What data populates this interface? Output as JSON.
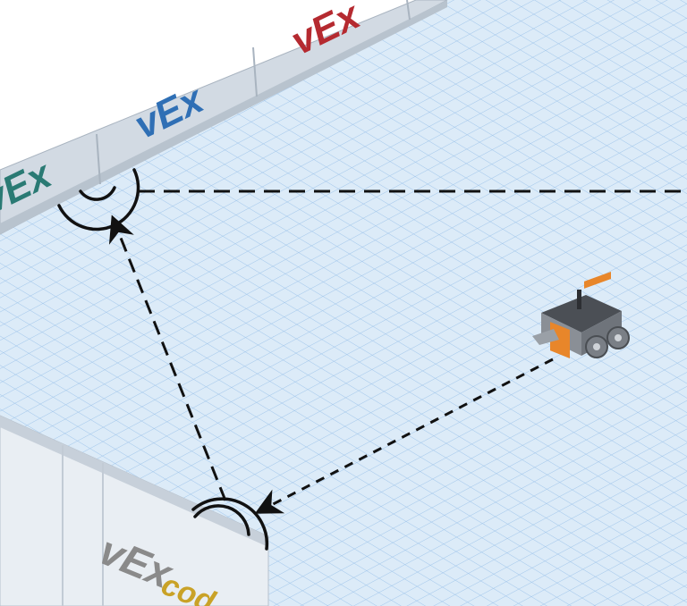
{
  "scene": {
    "field_color": "#dcebf8",
    "grid_color": "#9cc3ea",
    "wall_color": "#d2dae3",
    "wall_shadow": "#a9b4c0",
    "robot_body": "#e8862a",
    "robot_frame": "#8a8f96"
  },
  "walls": {
    "back_logos": [
      {
        "text": "vEx",
        "color": "#b52a30"
      },
      {
        "text": "vEx",
        "color": "#2f6fb5"
      },
      {
        "text": "vEx",
        "color": "#2a7a74"
      }
    ],
    "front_logo": {
      "text": "vEx",
      "suffix": "cod",
      "color": "#8a8a8a",
      "accent": "#c9a227"
    }
  },
  "markers": {
    "corner_signal_icon": "wifi-arc",
    "arrow_style": "dashed"
  }
}
